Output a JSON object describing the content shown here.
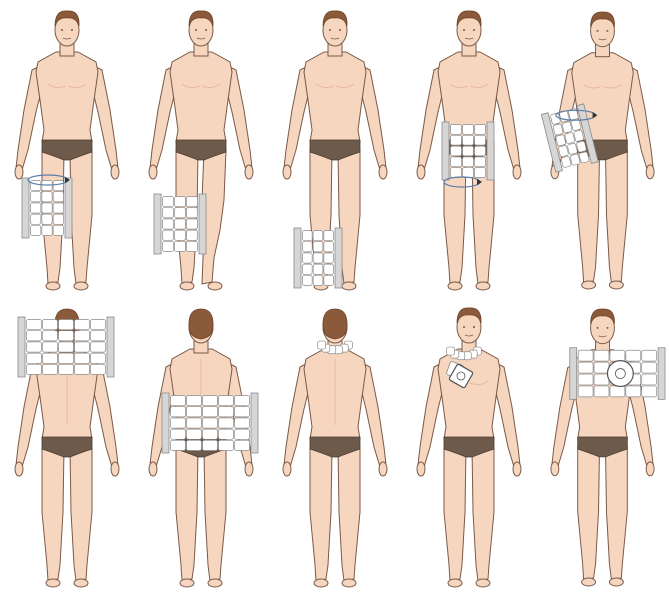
{
  "colors": {
    "skin": "#f6d6bf",
    "skin_shade": "#e8b99c",
    "outline": "#7a5a48",
    "hair": "#8b5a3a",
    "hair_dark": "#6e4329",
    "underwear": "#6e5a4a",
    "pad_fill": "#ffffff",
    "pad_line": "#8a8a8a",
    "bar_fill": "#d6d6d6",
    "arrow": "#5a7fa8"
  },
  "figures": [
    {
      "id": "front-right-thigh",
      "view": "front",
      "wrap": "right-thigh",
      "icon": "wrap-pad-icon"
    },
    {
      "id": "front-right-knee",
      "view": "front",
      "wrap": "right-knee",
      "icon": "wrap-pad-icon",
      "bent_leg": true
    },
    {
      "id": "front-right-calf",
      "view": "front",
      "wrap": "right-calf",
      "icon": "wrap-pad-icon"
    },
    {
      "id": "front-left-thigh",
      "view": "front",
      "wrap": "left-thigh",
      "icon": "wrap-pad-icon"
    },
    {
      "id": "front-right-arm",
      "view": "front",
      "wrap": "right-upper-arm",
      "icon": "wrap-pad-icon"
    },
    {
      "id": "back-upper-back",
      "view": "back",
      "wrap": "upper-back",
      "icon": "wrap-pad-icon"
    },
    {
      "id": "back-lower-back",
      "view": "back",
      "wrap": "lower-back",
      "icon": "wrap-pad-icon"
    },
    {
      "id": "back-neck",
      "view": "back",
      "wrap": "neck",
      "icon": "neck-pad-icon"
    },
    {
      "id": "front-neck-chest",
      "view": "front",
      "wrap": "neck-chest",
      "icon": "neck-pad-icon"
    },
    {
      "id": "front-left-shoulder",
      "view": "front",
      "wrap": "left-shoulder",
      "icon": "shoulder-pad-icon"
    }
  ]
}
